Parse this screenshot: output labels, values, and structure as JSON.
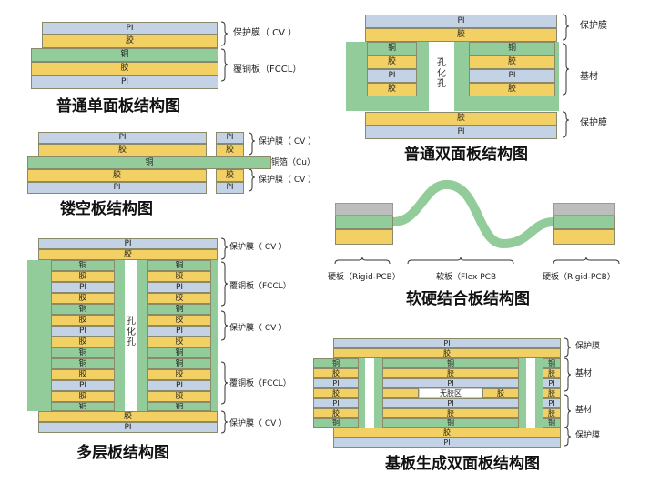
{
  "labels": {
    "pi": "PI",
    "glue": "胶",
    "copper": "铜",
    "hole": "孔化孔",
    "no_glue": "无胶区",
    "cv": "保护膜（ CV ）",
    "fccl": "覆铜板（FCCL）",
    "cv_plain": "保护膜",
    "substrate": "基材",
    "foil": "铜箔（Cu）"
  },
  "titles": {
    "single": "普通单面板结构图",
    "double": "普通双面板结构图",
    "hollow": "镂空板结构图",
    "rigid_flex": "软硬结合板结构图",
    "multi": "多层板结构图",
    "substrate_double": "基板生成双面板结构图"
  },
  "rigid_flex": {
    "rigid_left": "硬板（Rigid-PCB）",
    "flex": "软板（Flex PCB",
    "rigid_right": "硬板（Rigid-PCB）"
  },
  "colors": {
    "pi": "#c4d2e6",
    "glue": "#f2d063",
    "copper": "#92cc9a",
    "grey": "#bdbdbd"
  }
}
